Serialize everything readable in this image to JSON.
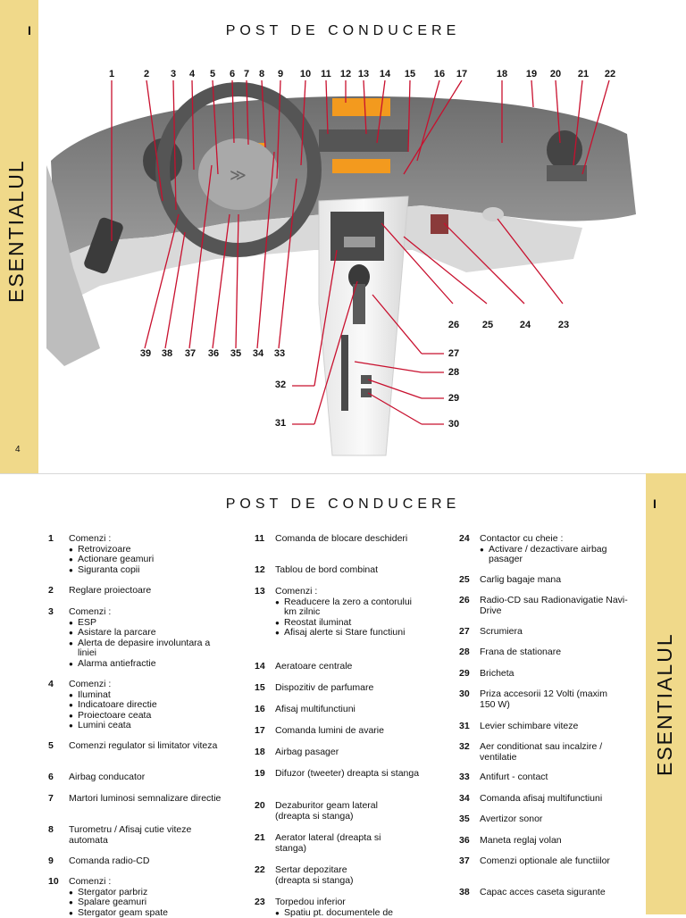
{
  "page_top": {
    "title": "POST DE CONDUCERE",
    "tab_mark": "I",
    "tab_label": "ESENTIALUL",
    "page_number": "4",
    "callouts_top": [
      "1",
      "2",
      "3",
      "4",
      "5",
      "6",
      "7",
      "8",
      "9",
      "10",
      "11",
      "12",
      "13",
      "14",
      "15",
      "16",
      "17",
      "18",
      "19",
      "20",
      "21",
      "22"
    ],
    "callouts_bottom_left": [
      "39",
      "38",
      "37",
      "36",
      "35",
      "34",
      "33"
    ],
    "callouts_bottom_right": [
      "26",
      "25",
      "24",
      "23"
    ],
    "callouts_side": [
      "27",
      "28",
      "29",
      "30",
      "31",
      "32"
    ]
  },
  "page_bottom": {
    "title": "POST DE CONDUCERE",
    "tab_mark": "I",
    "tab_label": "ESENTIALUL",
    "columns": [
      [
        {
          "num": "1",
          "text": "Comenzi :",
          "subs": [
            "Retrovizoare",
            "Actionare geamuri",
            "Siguranta copii"
          ]
        },
        {
          "num": "2",
          "text": "Reglare proiectoare",
          "subs": []
        },
        {
          "num": "3",
          "text": "Comenzi :",
          "subs": [
            "ESP",
            "Asistare la parcare",
            "Alerta de depasire involuntara a liniei",
            "Alarma antiefractie"
          ]
        },
        {
          "num": "4",
          "text": "Comenzi :",
          "subs": [
            "Iluminat",
            "Indicatoare directie",
            "Proiectoare ceata",
            "Lumini ceata"
          ]
        },
        {
          "num": "5",
          "text": "Comenzi regulator si limitator viteza",
          "subs": []
        },
        {
          "num": "6",
          "text": "Airbag conducator",
          "subs": []
        },
        {
          "num": "7",
          "text": "Martori luminosi semnalizare directie",
          "subs": []
        },
        {
          "num": "8",
          "text": "Turometru / Afisaj cutie viteze automata",
          "subs": []
        },
        {
          "num": "9",
          "text": "Comanda radio-CD",
          "subs": []
        },
        {
          "num": "10",
          "text": "Comenzi :",
          "subs": [
            "Stergator parbriz",
            "Spalare geamuri",
            "Stergator geam spate"
          ]
        }
      ],
      [
        {
          "num": "11",
          "text": "Comanda de blocare deschideri",
          "subs": []
        },
        {
          "num": "12",
          "text": "Tablou de bord combinat",
          "subs": []
        },
        {
          "num": "13",
          "text": "Comenzi :",
          "subs": [
            "Readucere la zero a contorului km zilnic",
            "Reostat iluminat",
            "Afisaj alerte si Stare functiuni"
          ]
        },
        {
          "num": "14",
          "text": "Aeratoare centrale",
          "subs": []
        },
        {
          "num": "15",
          "text": "Dispozitiv de parfumare",
          "subs": []
        },
        {
          "num": "16",
          "text": "Afisaj multifunctiuni",
          "subs": []
        },
        {
          "num": "17",
          "text": "Comanda lumini de avarie",
          "subs": []
        },
        {
          "num": "18",
          "text": "Airbag pasager",
          "subs": []
        },
        {
          "num": "19",
          "text": "Difuzor (tweeter) dreapta si stanga",
          "subs": []
        },
        {
          "num": "20",
          "text": "Dezaburitor geam lateral (dreapta si stanga)",
          "subs": []
        },
        {
          "num": "21",
          "text": "Aerator lateral (dreapta si stanga)",
          "subs": []
        },
        {
          "num": "22",
          "text": "Sertar depozitare (dreapta si stanga)",
          "subs": []
        },
        {
          "num": "23",
          "text": "Torpedou inferior",
          "subs": [
            "Spatiu pt. documentele de"
          ]
        }
      ],
      [
        {
          "num": "24",
          "text": "Contactor cu cheie :",
          "subs": [
            "Activare / dezactivare airbag pasager"
          ]
        },
        {
          "num": "25",
          "text": "Carlig bagaje mana",
          "subs": []
        },
        {
          "num": "26",
          "text": "Radio-CD sau Radionavigatie Navi-Drive",
          "subs": []
        },
        {
          "num": "27",
          "text": "Scrumiera",
          "subs": []
        },
        {
          "num": "28",
          "text": "Frana de stationare",
          "subs": []
        },
        {
          "num": "29",
          "text": "Bricheta",
          "subs": []
        },
        {
          "num": "30",
          "text": "Priza accesorii 12 Volti (maxim 150 W)",
          "subs": []
        },
        {
          "num": "31",
          "text": "Levier schimbare viteze",
          "subs": []
        },
        {
          "num": "32",
          "text": "Aer conditionat sau incalzire / ventilatie",
          "subs": []
        },
        {
          "num": "33",
          "text": "Antifurt - contact",
          "subs": []
        },
        {
          "num": "34",
          "text": "Comanda afisaj multifunctiuni",
          "subs": []
        },
        {
          "num": "35",
          "text": "Avertizor sonor",
          "subs": []
        },
        {
          "num": "36",
          "text": "Maneta reglaj volan",
          "subs": []
        },
        {
          "num": "37",
          "text": "Comenzi optionale ale functiilor",
          "subs": []
        },
        {
          "num": "38",
          "text": "Capac acces caseta sigurante",
          "subs": []
        }
      ]
    ]
  },
  "colors": {
    "tab": "#f0d98a",
    "callout_line": "#c8102e",
    "display": "#f39a1e",
    "dash": "#8a8a8a"
  }
}
